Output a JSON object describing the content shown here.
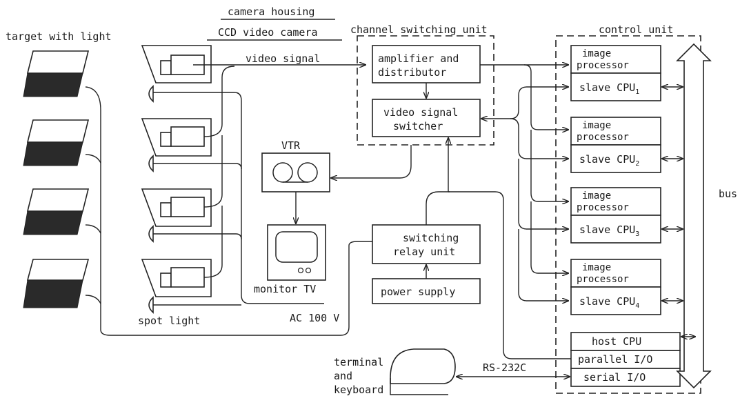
{
  "labels": {
    "target": "target with light",
    "camera_housing": "camera housing",
    "ccd_camera": "CCD video camera",
    "video_signal": "video signal",
    "channel_switching_unit": "channel switching unit",
    "control_unit": "control unit",
    "amp_line1": "amplifier and",
    "amp_line2": "distributor",
    "switcher_line1": "video signal",
    "switcher_line2": "switcher",
    "vtr": "VTR",
    "monitor": "monitor TV",
    "relay_line1": "switching",
    "relay_line2": "relay unit",
    "power_supply": "power supply",
    "spot_light": "spot light",
    "ac": "AC 100 V",
    "terminal_line1": "terminal",
    "terminal_line2": "and",
    "terminal_line3": "keyboard",
    "rs232": "RS-232C",
    "bus": "bus",
    "image_processor_line1": "image",
    "image_processor_line2": "processor",
    "slave_cpu": [
      "slave CPU1",
      "slave CPU2",
      "slave CPU3",
      "slave CPU4"
    ],
    "host_cpu": "host CPU",
    "parallel_io": "parallel I/O",
    "serial_io": "serial I/O"
  },
  "slave_base": "slave CPU",
  "slave_sub": [
    "1",
    "2",
    "3",
    "4"
  ]
}
